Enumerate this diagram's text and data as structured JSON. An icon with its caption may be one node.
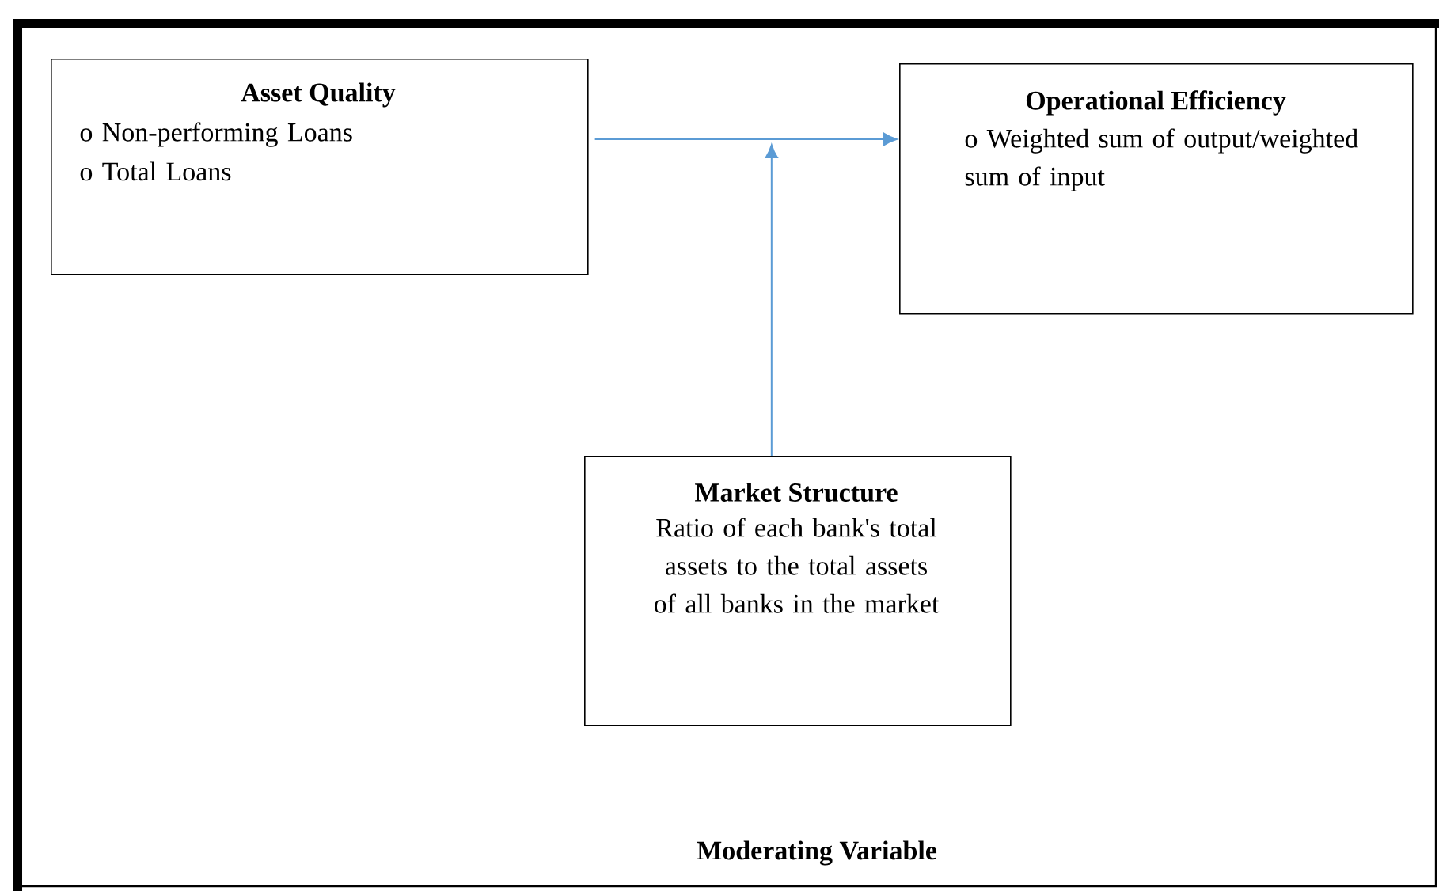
{
  "diagram": {
    "nodes": [
      {
        "text": [
          "Asset Quality",
          "o Non-performing Loans",
          "o Total Loans"
        ]
      },
      {
        "text": [
          "Operational Efficiency",
          "o Weighted sum of output/weighted sum of input"
        ]
      },
      {
        "text": [
          "Market Structure",
          "Ratio of each bank's total assets to the total assets of all banks in the market"
        ]
      }
    ],
    "edges": [
      {
        "from": 0,
        "to": 1,
        "arrow": "to"
      },
      {
        "from": 2,
        "to": null,
        "arrow": "to"
      }
    ],
    "labels": [
      "Moderating Variable"
    ]
  }
}
